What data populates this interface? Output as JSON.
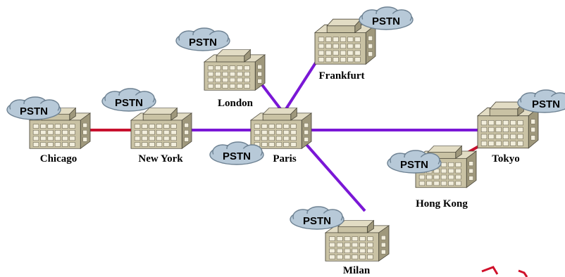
{
  "colors": {
    "link_purple": "#7a17d6",
    "link_red": "#c8102e",
    "building_face": "#c9c2a4",
    "building_side": "#9f987c",
    "building_top": "#e2dcc4",
    "window": "#f2eedc",
    "cloud_fill": "#b7c9d8",
    "cloud_stroke": "#6e8293"
  },
  "cloud_text": "PSTN",
  "sites": {
    "chicago": "Chicago",
    "new_york": "New York",
    "paris": "Paris",
    "london": "London",
    "frankfurt": "Frankfurt",
    "milan": "Milan",
    "tokyo": "Tokyo",
    "hong_kong": "Hong Kong"
  },
  "links": [
    {
      "from": "Chicago",
      "to": "New York",
      "color": "red"
    },
    {
      "from": "New York",
      "to": "Paris",
      "color": "purple"
    },
    {
      "from": "Paris",
      "to": "London",
      "color": "purple"
    },
    {
      "from": "Paris",
      "to": "Frankfurt",
      "color": "purple"
    },
    {
      "from": "Paris",
      "to": "Tokyo",
      "color": "purple"
    },
    {
      "from": "Paris",
      "to": "Milan",
      "color": "purple"
    },
    {
      "from": "Tokyo",
      "to": "Hong Kong",
      "color": "red"
    }
  ]
}
